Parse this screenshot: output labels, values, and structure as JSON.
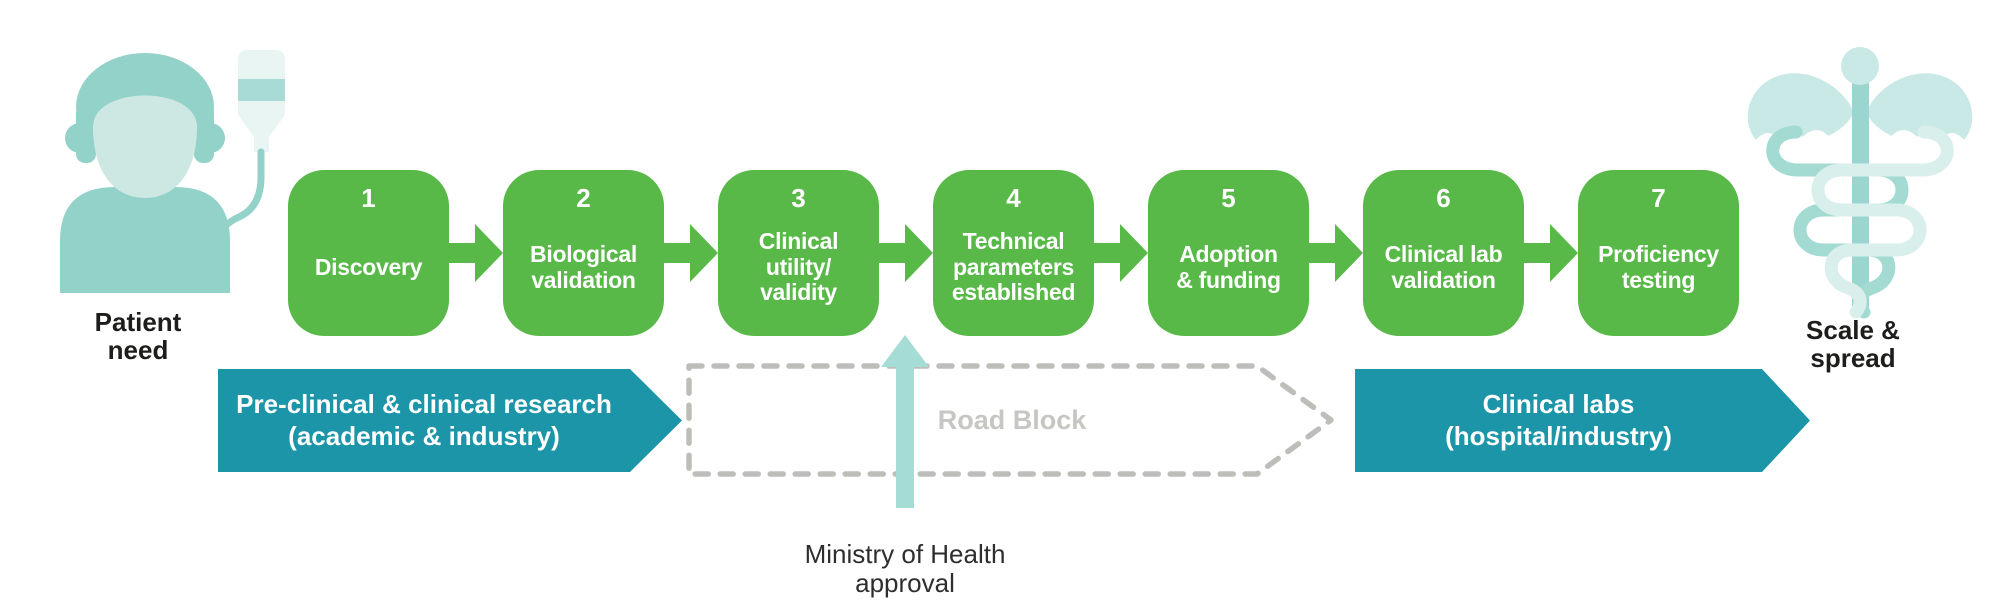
{
  "colors": {
    "step_green": "#58b948",
    "banner_teal": "#1b95a7",
    "arrow_light_teal": "#a5ddd6",
    "dashed_gray": "#bdbdba",
    "roadblock_text_gray": "#c6c6c2",
    "figure_teal_medium": "#93d2c8",
    "figure_teal_light": "#cde8e2",
    "text_black": "#1d1d1b"
  },
  "left_figure": {
    "label": "Patient\nneed"
  },
  "right_figure": {
    "label": "Scale &\nspread"
  },
  "steps": [
    {
      "number": "1",
      "label": "Discovery"
    },
    {
      "number": "2",
      "label": "Biological\nvalidation"
    },
    {
      "number": "3",
      "label": "Clinical\nutility/\nvalidity"
    },
    {
      "number": "4",
      "label": "Technical\nparameters\nestablished"
    },
    {
      "number": "5",
      "label": "Adoption\n& funding"
    },
    {
      "number": "6",
      "label": "Clinical lab\nvalidation"
    },
    {
      "number": "7",
      "label": "Proficiency\ntesting"
    }
  ],
  "banners": {
    "left": "Pre-clinical & clinical research\n(academic & industry)",
    "right": "Clinical labs\n(hospital/industry)"
  },
  "roadblock": {
    "label": "Road Block"
  },
  "ministry": {
    "label": "Ministry of Health\napproval"
  }
}
